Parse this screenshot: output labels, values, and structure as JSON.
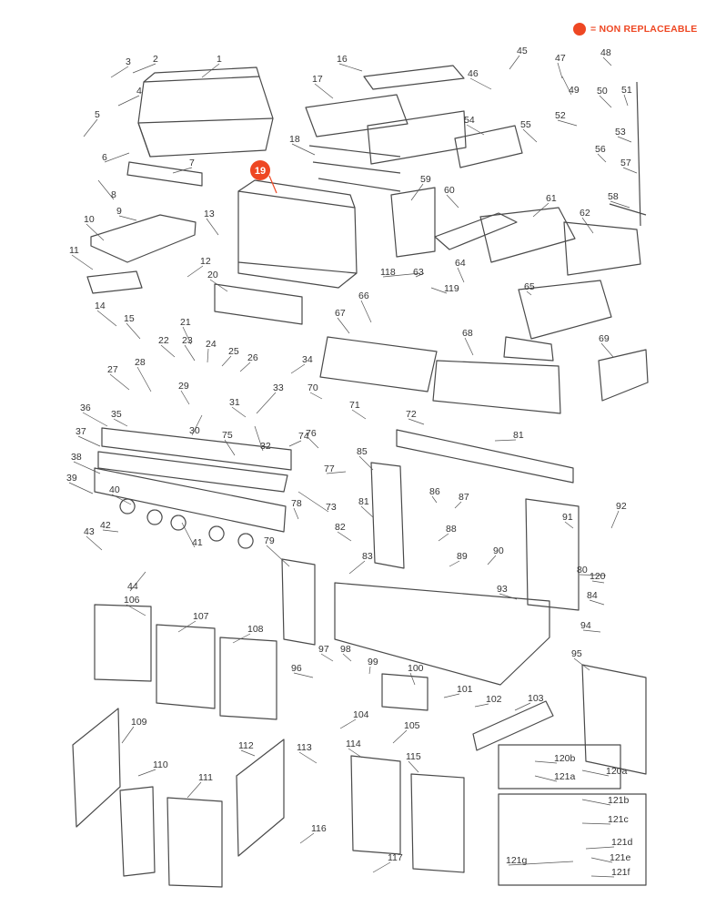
{
  "legend": {
    "marker_color": "#ee4723",
    "text": "= NON REPLACEABLE"
  },
  "highlight": {
    "number": "19",
    "color": "#ee4723"
  },
  "callouts": [
    "1",
    "2",
    "3",
    "4",
    "5",
    "6",
    "7",
    "8",
    "9",
    "10",
    "11",
    "12",
    "13",
    "14",
    "15",
    "16",
    "17",
    "18",
    "20",
    "21",
    "22",
    "23",
    "24",
    "25",
    "26",
    "27",
    "28",
    "29",
    "30",
    "31",
    "32",
    "33",
    "34",
    "35",
    "36",
    "37",
    "38",
    "39",
    "40",
    "41",
    "42",
    "43",
    "44",
    "45",
    "46",
    "47",
    "48",
    "49",
    "50",
    "51",
    "52",
    "53",
    "54",
    "55",
    "56",
    "57",
    "58",
    "59",
    "60",
    "61",
    "62",
    "63",
    "64",
    "65",
    "66",
    "67",
    "68",
    "69",
    "70",
    "71",
    "72",
    "73",
    "74",
    "75",
    "76",
    "77",
    "78",
    "79",
    "80",
    "81",
    "82",
    "83",
    "84",
    "85",
    "86",
    "87",
    "88",
    "89",
    "90",
    "91",
    "92",
    "93",
    "94",
    "95",
    "96",
    "97",
    "98",
    "99",
    "100",
    "101",
    "102",
    "103",
    "104",
    "105",
    "106",
    "107",
    "108",
    "109",
    "110",
    "111",
    "112",
    "113",
    "114",
    "115",
    "116",
    "117",
    "118",
    "119",
    "81",
    "120",
    "120a",
    "120b",
    "121a",
    "121b",
    "121c",
    "121d",
    "121e",
    "121f",
    "121g"
  ],
  "icons": {
    "legend_marker": "filled-circle-icon"
  }
}
